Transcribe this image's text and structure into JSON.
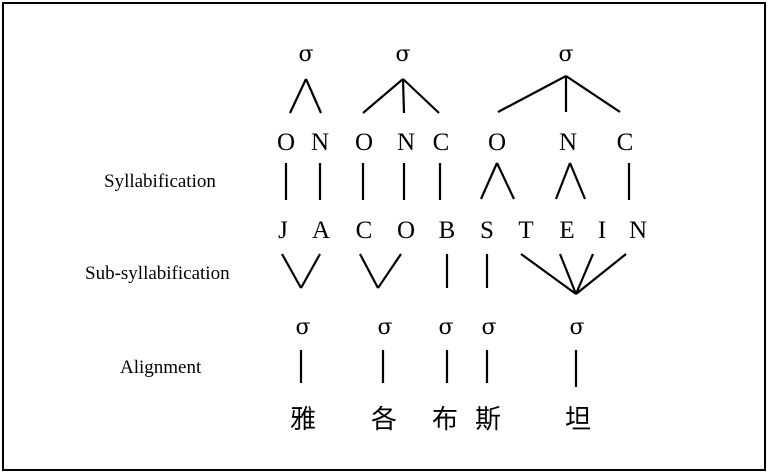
{
  "row_labels": {
    "syllabification": "Syllabification",
    "sub_syllabification": "Sub-syllabification",
    "alignment": "Alignment"
  },
  "top_syllables": [
    "σ",
    "σ",
    "σ"
  ],
  "constituents": [
    "O",
    "N",
    "O",
    "N",
    "C",
    "O",
    "N",
    "C"
  ],
  "letters": [
    "J",
    "A",
    "C",
    "O",
    "B",
    "S",
    "T",
    "E",
    "I",
    "N"
  ],
  "sub_syllables": [
    "σ",
    "σ",
    "σ",
    "σ",
    "σ"
  ],
  "characters": [
    "雅",
    "各",
    "布",
    "斯",
    "坦"
  ]
}
